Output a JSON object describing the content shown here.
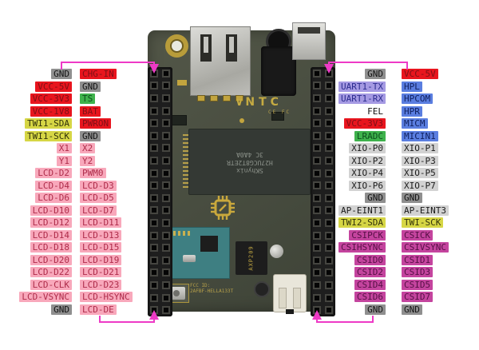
{
  "callout_color": "#ee3ac6",
  "palette": {
    "red": [
      "#e8151e",
      "#7e1016"
    ],
    "gray": [
      "#8f8f8f",
      "#141414"
    ],
    "green": [
      "#3eb24c",
      "#0c4f1c"
    ],
    "olive": [
      "#d6d645",
      "#32320a"
    ],
    "pink": [
      "#f8a8bb",
      "#ae2c4a"
    ],
    "purple": [
      "#a59ae3",
      "#2b2b8e"
    ],
    "blue": [
      "#5a7ee0",
      "#0f1f5e"
    ],
    "lgray": [
      "#d2d2d2",
      "#1a1a1a"
    ],
    "magenta": [
      "#c4449e",
      "#571046"
    ],
    "plain": [
      "transparent",
      "#111111"
    ]
  },
  "pinout": {
    "left": [
      {
        "a": [
          "GND",
          "gray"
        ],
        "b": [
          "CHG-IN",
          "red"
        ]
      },
      {
        "a": [
          "VCC-5V",
          "red"
        ],
        "b": [
          "GND",
          "gray"
        ]
      },
      {
        "a": [
          "VCC-3V3",
          "red"
        ],
        "b": [
          "TS",
          "green"
        ]
      },
      {
        "a": [
          "VCC-1V8",
          "red"
        ],
        "b": [
          "BAT",
          "red"
        ]
      },
      {
        "a": [
          "TWI1-SDA",
          "olive"
        ],
        "b": [
          "PWRON",
          "red"
        ]
      },
      {
        "a": [
          "TWI1-SCK",
          "olive"
        ],
        "b": [
          "GND",
          "gray"
        ]
      },
      {
        "a": [
          "X1",
          "pink"
        ],
        "b": [
          "X2",
          "pink"
        ]
      },
      {
        "a": [
          "Y1",
          "pink"
        ],
        "b": [
          "Y2",
          "pink"
        ]
      },
      {
        "a": [
          "LCD-D2",
          "pink"
        ],
        "b": [
          "PWM0",
          "pink"
        ]
      },
      {
        "a": [
          "LCD-D4",
          "pink"
        ],
        "b": [
          "LCD-D3",
          "pink"
        ]
      },
      {
        "a": [
          "LCD-D6",
          "pink"
        ],
        "b": [
          "LCD-D5",
          "pink"
        ]
      },
      {
        "a": [
          "LCD-D10",
          "pink"
        ],
        "b": [
          "LCD-D7",
          "pink"
        ]
      },
      {
        "a": [
          "LCD-D12",
          "pink"
        ],
        "b": [
          "LCD-D11",
          "pink"
        ]
      },
      {
        "a": [
          "LCD-D14",
          "pink"
        ],
        "b": [
          "LCD-D13",
          "pink"
        ]
      },
      {
        "a": [
          "LCD-D18",
          "pink"
        ],
        "b": [
          "LCD-D15",
          "pink"
        ]
      },
      {
        "a": [
          "LCD-D20",
          "pink"
        ],
        "b": [
          "LCD-D19",
          "pink"
        ]
      },
      {
        "a": [
          "LCD-D22",
          "pink"
        ],
        "b": [
          "LCD-D21",
          "pink"
        ]
      },
      {
        "a": [
          "LCD-CLK",
          "pink"
        ],
        "b": [
          "LCD-D23",
          "pink"
        ]
      },
      {
        "a": [
          "LCD-VSYNC",
          "pink"
        ],
        "b": [
          "LCD-HSYNC",
          "pink"
        ]
      },
      {
        "a": [
          "GND",
          "gray"
        ],
        "b": [
          "LCD-DE",
          "pink"
        ]
      }
    ],
    "right": [
      {
        "a": [
          "GND",
          "gray"
        ],
        "b": [
          "VCC-5V",
          "red"
        ]
      },
      {
        "a": [
          "UART1-TX",
          "purple"
        ],
        "b": [
          "HPL",
          "blue"
        ]
      },
      {
        "a": [
          "UART1-RX",
          "purple"
        ],
        "b": [
          "HPCOM",
          "blue"
        ]
      },
      {
        "a": [
          "FEL",
          "plain"
        ],
        "b": [
          "HPR",
          "blue"
        ]
      },
      {
        "a": [
          "VCC-3V3",
          "red"
        ],
        "b": [
          "MICM",
          "blue"
        ]
      },
      {
        "a": [
          "LRADC",
          "green"
        ],
        "b": [
          "MICIN1",
          "blue"
        ]
      },
      {
        "a": [
          "XIO-P0",
          "lgray"
        ],
        "b": [
          "XIO-P1",
          "lgray"
        ]
      },
      {
        "a": [
          "XIO-P2",
          "lgray"
        ],
        "b": [
          "XIO-P3",
          "lgray"
        ]
      },
      {
        "a": [
          "XIO-P4",
          "lgray"
        ],
        "b": [
          "XIO-P5",
          "lgray"
        ]
      },
      {
        "a": [
          "XIO-P6",
          "lgray"
        ],
        "b": [
          "XIO-P7",
          "lgray"
        ]
      },
      {
        "a": [
          "GND",
          "gray"
        ],
        "b": [
          "GND",
          "gray"
        ]
      },
      {
        "a": [
          "AP-EINT1",
          "lgray"
        ],
        "b": [
          "AP-EINT3",
          "lgray"
        ]
      },
      {
        "a": [
          "TWI2-SDA",
          "olive"
        ],
        "b": [
          "TWI-SCK",
          "olive"
        ]
      },
      {
        "a": [
          "CSIPCK",
          "magenta"
        ],
        "b": [
          "CSICK",
          "magenta"
        ]
      },
      {
        "a": [
          "CSIHSYNC",
          "magenta"
        ],
        "b": [
          "CSIVSYNC",
          "magenta"
        ]
      },
      {
        "a": [
          "CSID0",
          "magenta"
        ],
        "b": [
          "CSID1",
          "magenta"
        ]
      },
      {
        "a": [
          "CSID2",
          "magenta"
        ],
        "b": [
          "CSID3",
          "magenta"
        ]
      },
      {
        "a": [
          "CSID4",
          "magenta"
        ],
        "b": [
          "CSID5",
          "magenta"
        ]
      },
      {
        "a": [
          "CSID6",
          "magenta"
        ],
        "b": [
          "CSID7",
          "magenta"
        ]
      },
      {
        "a": [
          "GND",
          "gray"
        ],
        "b": [
          "GND",
          "gray"
        ]
      }
    ]
  },
  "board": {
    "brand_mark": "∨",
    "brand": "NTC",
    "cert": "CE FC",
    "ram": [
      "SKhynix",
      "H27UCG8T2ETR",
      "3C  4A0A"
    ],
    "pmic": "AXP209",
    "fcc1": "FCC ID:",
    "fcc2": "2AFBF-HELLA133T"
  }
}
